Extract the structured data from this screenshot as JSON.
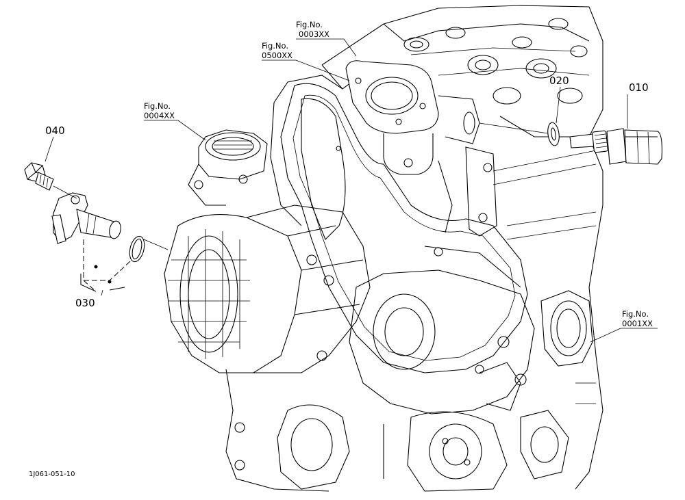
{
  "diagram": {
    "part_labels": {
      "p010": "010",
      "p020": "020",
      "p030": "030",
      "p040": "040"
    },
    "figure_refs": {
      "fig_0003": {
        "title": "Fig.No.",
        "number": "0003XX"
      },
      "fig_0500": {
        "title": "Fig.No.",
        "number": "0500XX"
      },
      "fig_0004": {
        "title": "Fig.No.",
        "number": "0004XX"
      },
      "fig_0001": {
        "title": "Fig.No.",
        "number": "0001XX"
      }
    },
    "drawing_code": "1J061-051-10"
  }
}
